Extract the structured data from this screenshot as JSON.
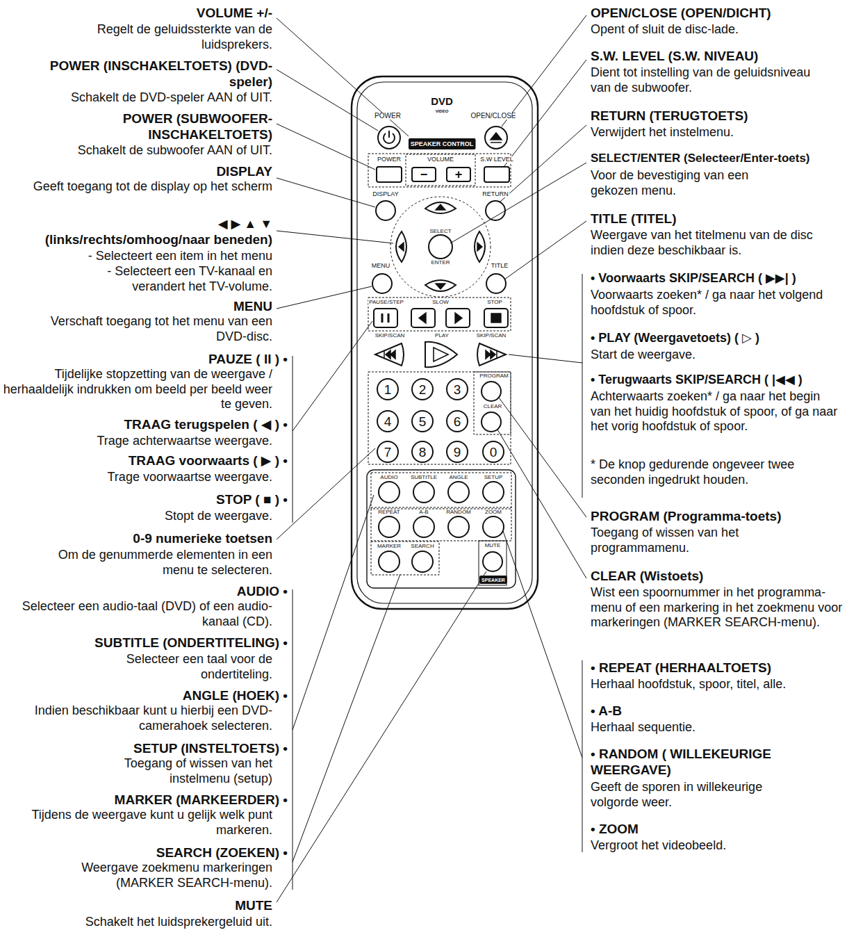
{
  "diagram": {
    "nodes": [
      {
        "text": [
          "SPEAKER CONTROL"
        ]
      },
      {
        "text": [
          "−"
        ]
      },
      {
        "text": [
          "+"
        ]
      },
      {
        "text": [
          "1"
        ]
      },
      {
        "text": [
          "2"
        ]
      },
      {
        "text": [
          "3"
        ]
      },
      {
        "text": [
          "4"
        ]
      },
      {
        "text": [
          "5"
        ]
      },
      {
        "text": [
          "6"
        ]
      },
      {
        "text": [
          "7"
        ]
      },
      {
        "text": [
          "8"
        ]
      },
      {
        "text": [
          "9"
        ]
      },
      {
        "text": [
          "0"
        ]
      },
      {
        "text": [
          "SPEAKER"
        ]
      }
    ],
    "labels": [
      "VOLUME +/-",
      "Regelt de geluidssterkte van de luidsprekers.",
      "POWER (INSCHAKELTOETS) (DVD-speler)",
      "Schakelt de DVD-speler AAN of UIT.",
      "POWER (SUBWOOFER-INSCHAKELTOETS)",
      "Schakelt de subwoofer AAN of UIT.",
      "DISPLAY",
      "Geeft toegang tot de display op het scherm",
      "◀ ▶ ▲ ▼",
      "(links/rechts/omhoog/naar beneden)",
      "- Selecteert een item in het menu",
      "- Selecteert een TV-kanaal en verandert het TV-volume.",
      "MENU",
      "Verschaft toegang tot het menu van een DVD-disc.",
      "PAUZE ( II ) •",
      "Tijdelijke stopzetting van de weergave / herhaaldelijk indrukken om beeld per beeld weer te geven.",
      "TRAAG terugspelen ( ◀ ) •",
      "Trage achterwaartse weergave.",
      "TRAAG voorwaarts ( ▶ ) •",
      "Trage voorwaartse weergave.",
      "STOP ( ■ ) •",
      "Stopt de weergave.",
      "0-9 numerieke toetsen",
      "Om de genummerde elementen in een menu te selecteren.",
      "AUDIO •",
      "Selecteer een audio-taal (DVD) of een audio-kanaal (CD).",
      "SUBTITLE (ONDERTITELING) •",
      "Selecteer een taal voor de ondertiteling.",
      "ANGLE (HOEK) •",
      "Indien beschikbaar kunt u hierbij een DVD-camerahoek selecteren.",
      "SETUP (INSTELTOETS) •",
      "Toegang of wissen van het instelmenu (setup)",
      "MARKER (MARKEERDER) •",
      "Tijdens de weergave kunt u gelijk welk punt markeren.",
      "SEARCH (ZOEKEN) •",
      "Weergave zoekmenu markeringen (MARKER SEARCH-menu).",
      "MUTE",
      "Schakelt het luidsprekergeluid uit.",
      "OPEN/CLOSE (OPEN/DICHT)",
      "Opent of sluit de disc-lade.",
      "S.W. LEVEL (S.W. NIVEAU)",
      "Dient tot instelling van de geluidsniveau van de subwoofer.",
      "RETURN (TERUGTOETS)",
      "Verwijdert het instelmenu.",
      "SELECT/ENTER (Selecteer/Enter-toets)",
      "Voor de bevestiging van een gekozen menu.",
      "TITLE (TITEL)",
      "Weergave van het titelmenu van de disc indien deze beschikbaar is.",
      "• Voorwaarts SKIP/SEARCH ( ▶▶| )",
      "Voorwaarts zoeken* / ga naar het volgend hoofdstuk of spoor.",
      "• PLAY (Weergavetoets) ( ▷ )",
      "Start de weergave.",
      "• Terugwaarts SKIP/SEARCH ( |◀◀ )",
      "Achterwaarts zoeken* / ga naar het begin van het huidig hoofdstuk of spoor, of ga naar het vorig hoofdstuk of spoor.",
      "* De knop gedurende ongeveer twee seconden ingedrukt houden.",
      "PROGRAM (Programma-toets)",
      "Toegang of wissen van het programmamenu.",
      "CLEAR (Wistoets)",
      "Wist een spoornummer in het programma-menu of een markering in het zoekmenu voor markeringen (MARKER SEARCH-menu).",
      "• REPEAT (HERHAALTOETS)",
      "Herhaal hoofdstuk, spoor, titel, alle.",
      "• A-B",
      "Herhaal sequentie.",
      "• RANDOM ( WILLEKEURIGE WEERGAVE)",
      "Geeft de sporen in willekeurige volgorde weer.",
      "• ZOOM",
      "Vergroot het videobeeld.",
      "DVD",
      "VIDEO",
      "POWER",
      "OPEN/CLOSE",
      "POWER",
      "VOLUME",
      "S.W LEVEL",
      "DISPLAY",
      "RETURN",
      "SELECT",
      "ENTER",
      "MENU",
      "TITLE",
      "PAUSE/STEP",
      "SLOW",
      "STOP",
      "SKIP/SCAN",
      "PLAY",
      "SKIP/SCAN",
      "PROGRAM",
      "CLEAR",
      "AUDIO",
      "SUBTITLE",
      "ANGLE",
      "SETUP",
      "REPEAT",
      "A-B",
      "RANDOM",
      "ZOOM",
      "MARKER",
      "SEARCH",
      "MUTE"
    ]
  }
}
